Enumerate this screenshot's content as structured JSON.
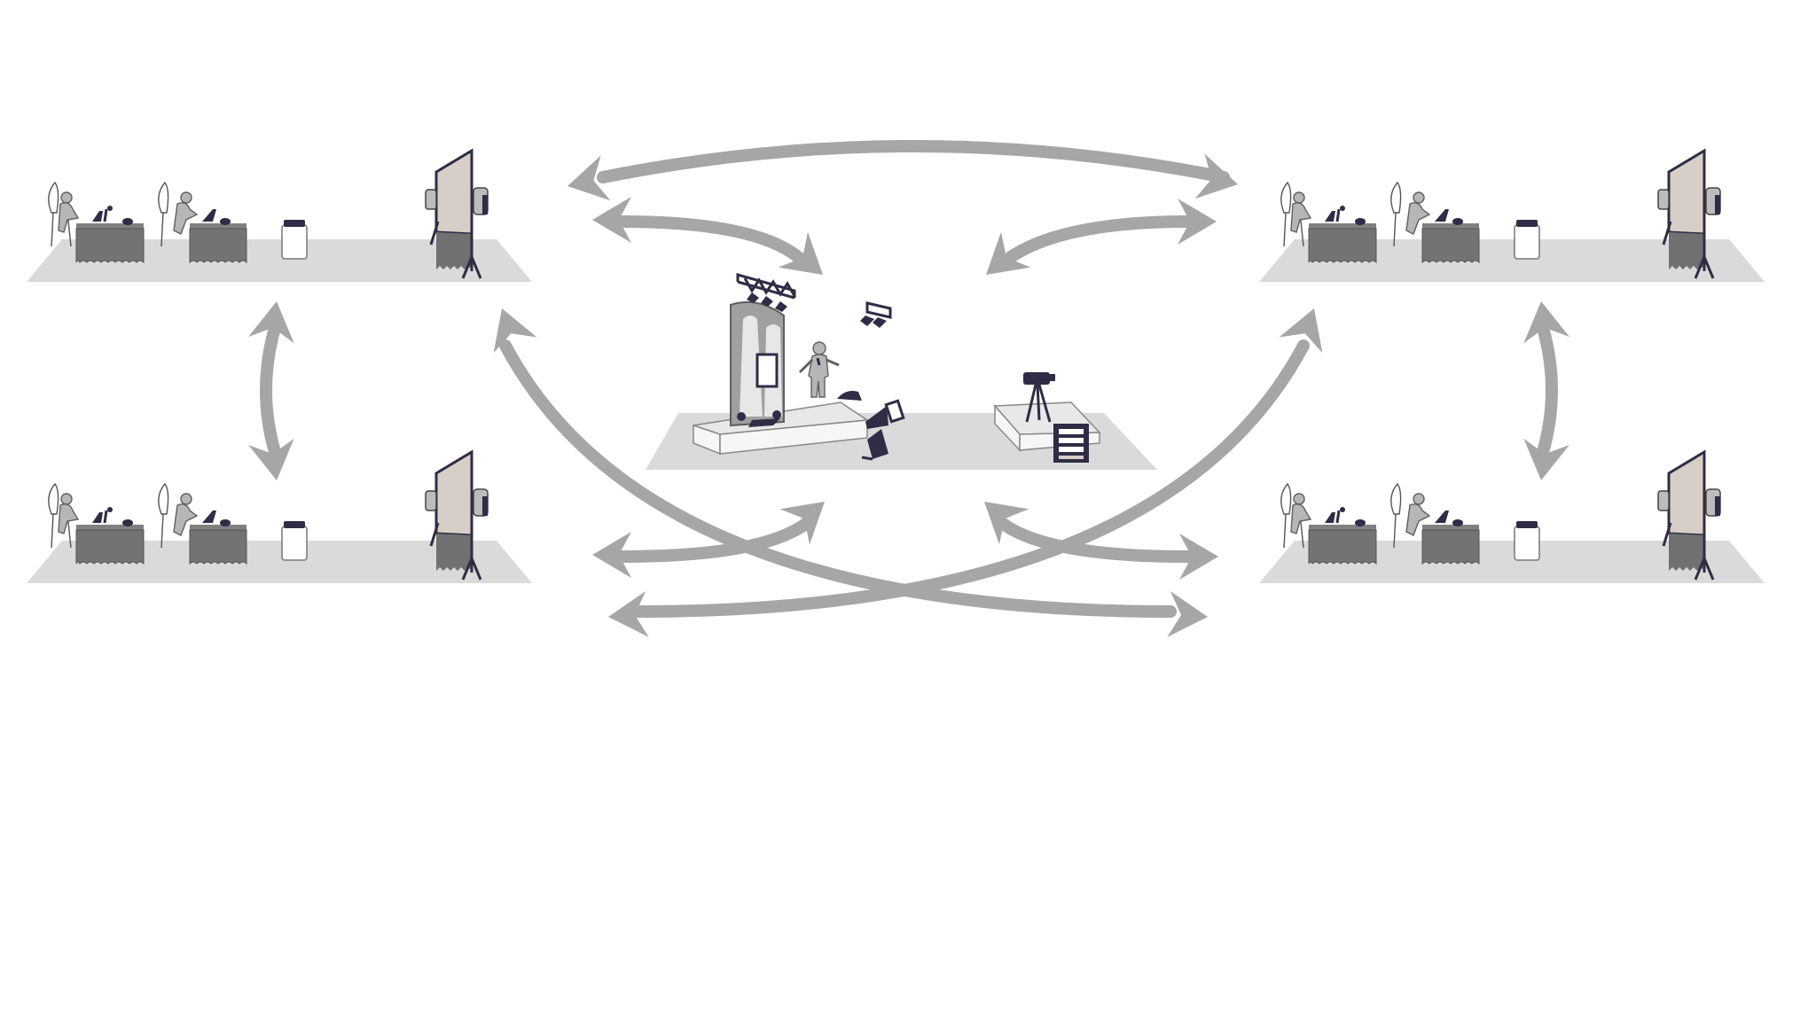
{
  "diagram": {
    "rooms": [
      {
        "id": "top-left"
      },
      {
        "id": "bottom-left"
      },
      {
        "id": "top-right"
      },
      {
        "id": "bottom-right"
      }
    ],
    "center": {
      "id": "studio"
    },
    "colors": {
      "arrow": "#a6a6a6",
      "floor": "#d8dbd9",
      "equipment": "#2f2d45",
      "tablecloth": "#727474",
      "screen": "#d7cfc7"
    }
  }
}
